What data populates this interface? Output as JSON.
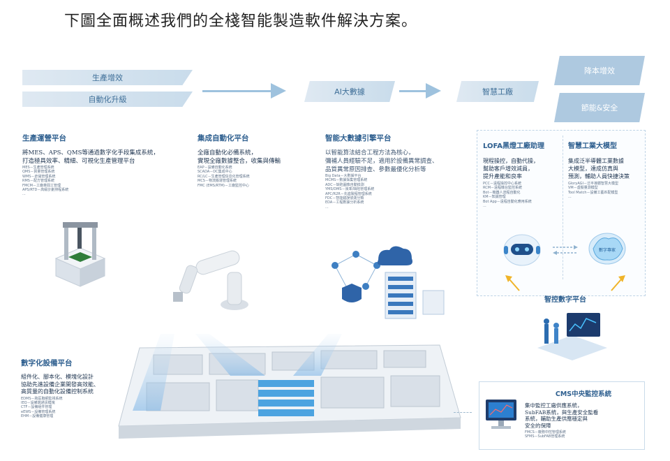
{
  "headline": "下圖全面概述我們的全棧智能製造軟件解決方案。",
  "bands": {
    "left_top": "生產增效",
    "left_bottom": "自動化升級",
    "ai": "AI大數據",
    "smart_factory": "智慧工廠",
    "right_top": "降本增效",
    "right_bottom": "節能&安全"
  },
  "sections": {
    "production": {
      "title": "生產運營平台",
      "lead": [
        "將MES、APS、QMS等通過數字化手段集成系統，",
        "打造極具效率、精細、可視化生產管理平台"
      ],
      "items": [
        "MES－生產管理系統",
        "QMS－質量管理系統",
        "WMS－倉儲管理系統",
        "RMS－配方管理系統",
        "FMCM－工廠車間工管理",
        "APS/RTD－高級計劃排程系統",
        "..."
      ]
    },
    "automation": {
      "title": "集成自動化平台",
      "lead": [
        "全廠自動化必備系統，",
        "實現全廠數據整合，收集與傳輸"
      ],
      "items": [
        "EAP－設備自動化系統",
        "SCADA－DC集成中心",
        "RC/LC－生產管理信息化管理系統",
        "MCS－物流搬運管理系統",
        "FMC (EMS/RTM)－工廠監控中心"
      ]
    },
    "bigdata": {
      "title": "智能大數據引擎平台",
      "lead": [
        "以智能算法結合工程方法為核心，",
        "彌補人員經驗不足，適用於設備異常調查、",
        "品質異常原因排查、參數最優化分析等"
      ],
      "items": [
        "Big Data－大數據平台",
        "MCMS－數據採集管理系統",
        "ADC－缺陷圖像自動檢測",
        "YMS/DMS－良率/缺陷管理系統",
        "APC/R2R－先進製程管理系統",
        "FDC－智能錯誤偵測分類",
        "EDA－工程數據分析系統",
        "..."
      ]
    },
    "device": {
      "title": "數字化設備平台",
      "lead": [
        "組件化、腳本化、模塊化設計",
        "協助先進設備企業開發高效能、",
        "高質量的自動化設備控制系統"
      ],
      "items": [
        "EDMS－跨區聯網監視系統",
        "IEQ－設備端通訊模塊",
        "CTF－設備組件管理",
        "eEWS－設備管理系統",
        "EHM－設備健康管理"
      ]
    }
  },
  "lofa": {
    "title": "LOFA黑燈工廠助理",
    "lead": [
      "現程操控，自動代操，",
      "幫助客戶增效減員，",
      "提升產能和良率"
    ],
    "items": [
      "PCC－遠程操控中心系統",
      "RCM－遠程機台監控系統",
      "Bot－機器人流程自動化",
      "KM－知識管理",
      "Bot App－遠程自動化應用系統",
      "..."
    ]
  },
  "llm": {
    "title": "智慧工業大模型",
    "lead": [
      "集成泛半導體工業數據",
      "大模型，達成仿真與",
      "預測，輔助人員快捷決策"
    ],
    "items": [
      "GloryAGI－泛半導體智慧大模型",
      "VM－虛擬量測模型",
      "Tool Match－設備工藝匹配模型",
      "..."
    ]
  },
  "twin": {
    "title": "智控數字平台"
  },
  "robot_badge": "數字專家",
  "cms": {
    "title": "CMS中央監控系統",
    "lead": [
      "集中監控工廠供應系統，",
      "SubFAB系統，與生產安全監看",
      "系統，輔助生產供應穩定與",
      "安全的保障"
    ],
    "items": [
      "FMCS－廠務中控管理系統",
      "SFMS－SubFAB管理系統"
    ]
  },
  "colors": {
    "accent": "#2e5f8f",
    "band": "#c9dceb",
    "arrow": "#9ec2de",
    "right_band": "#aec9e0"
  }
}
